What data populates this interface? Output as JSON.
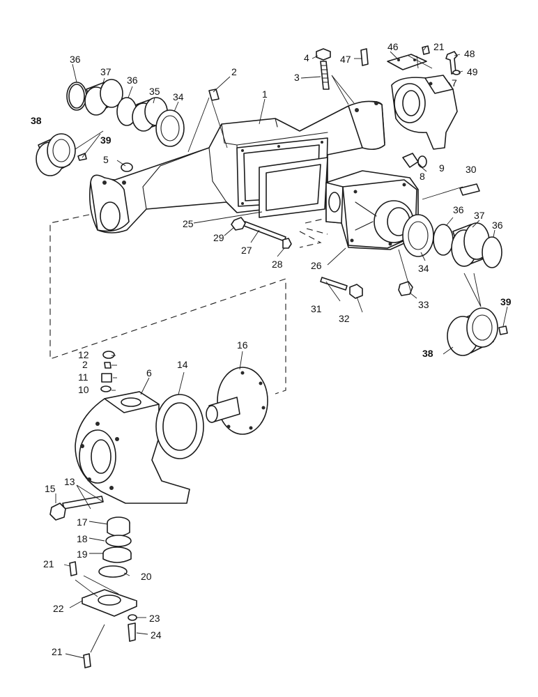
{
  "diagram": {
    "callouts": [
      {
        "id": "c1",
        "text": "1"
      },
      {
        "id": "c2a",
        "text": "2"
      },
      {
        "id": "c2b",
        "text": "2"
      },
      {
        "id": "c3",
        "text": "3"
      },
      {
        "id": "c4",
        "text": "4"
      },
      {
        "id": "c5",
        "text": "5"
      },
      {
        "id": "c6",
        "text": "6"
      },
      {
        "id": "c7",
        "text": "7"
      },
      {
        "id": "c8",
        "text": "8"
      },
      {
        "id": "c9",
        "text": "9"
      },
      {
        "id": "c10",
        "text": "10"
      },
      {
        "id": "c11",
        "text": "11"
      },
      {
        "id": "c12",
        "text": "12"
      },
      {
        "id": "c13",
        "text": "13"
      },
      {
        "id": "c14",
        "text": "14"
      },
      {
        "id": "c15",
        "text": "15"
      },
      {
        "id": "c16",
        "text": "16"
      },
      {
        "id": "c17",
        "text": "17"
      },
      {
        "id": "c18",
        "text": "18"
      },
      {
        "id": "c19",
        "text": "19"
      },
      {
        "id": "c20",
        "text": "20"
      },
      {
        "id": "c21a",
        "text": "21"
      },
      {
        "id": "c21b",
        "text": "21"
      },
      {
        "id": "c21c",
        "text": "21"
      },
      {
        "id": "c22",
        "text": "22"
      },
      {
        "id": "c23",
        "text": "23"
      },
      {
        "id": "c24",
        "text": "24"
      },
      {
        "id": "c25",
        "text": "25"
      },
      {
        "id": "c26",
        "text": "26"
      },
      {
        "id": "c27",
        "text": "27"
      },
      {
        "id": "c28",
        "text": "28"
      },
      {
        "id": "c29",
        "text": "29"
      },
      {
        "id": "c30",
        "text": "30"
      },
      {
        "id": "c31",
        "text": "31"
      },
      {
        "id": "c32",
        "text": "32"
      },
      {
        "id": "c33",
        "text": "33"
      },
      {
        "id": "c34a",
        "text": "34"
      },
      {
        "id": "c34b",
        "text": "34"
      },
      {
        "id": "c35",
        "text": "35"
      },
      {
        "id": "c36a",
        "text": "36"
      },
      {
        "id": "c36b",
        "text": "36"
      },
      {
        "id": "c36c",
        "text": "36"
      },
      {
        "id": "c36d",
        "text": "36"
      },
      {
        "id": "c37a",
        "text": "37"
      },
      {
        "id": "c37b",
        "text": "37"
      },
      {
        "id": "c38a",
        "text": "38"
      },
      {
        "id": "c38b",
        "text": "38"
      },
      {
        "id": "c39a",
        "text": "39"
      },
      {
        "id": "c39b",
        "text": "39"
      },
      {
        "id": "c46",
        "text": "46"
      },
      {
        "id": "c47",
        "text": "47"
      },
      {
        "id": "c48",
        "text": "48"
      },
      {
        "id": "c49",
        "text": "49"
      }
    ]
  }
}
